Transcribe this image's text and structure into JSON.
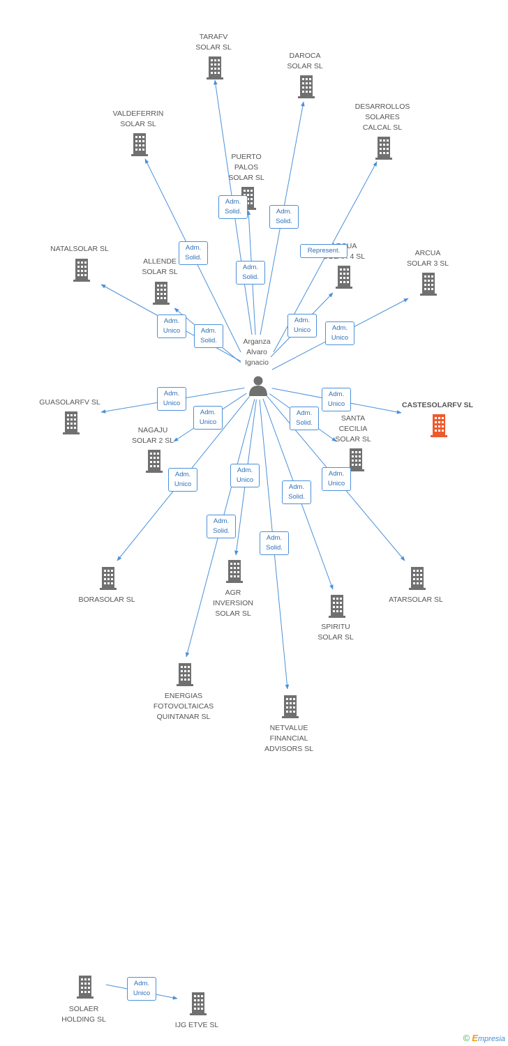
{
  "center": {
    "name": "Arganza\nAlvaro\nIgnacio"
  },
  "colors": {
    "edge": "#4a90d9",
    "building": "#707070",
    "highlight": "#ee5a2c"
  },
  "nodes": [
    {
      "id": "tarafv",
      "label": "TARAFV\nSOLAR SL"
    },
    {
      "id": "daroca",
      "label": "DAROCA\nSOLAR SL"
    },
    {
      "id": "desarrollos",
      "label": "DESARROLLOS\nSOLARES\nCALCAL SL"
    },
    {
      "id": "valdeferrin",
      "label": "VALDEFERRIN\nSOLAR SL"
    },
    {
      "id": "puerto",
      "label": "PUERTO\nPALOS\nSOLAR SL"
    },
    {
      "id": "natalsolar",
      "label": "NATALSOLAR SL"
    },
    {
      "id": "allende",
      "label": "ALLENDE\nSOLAR SL"
    },
    {
      "id": "arcua4",
      "label": "ARCUA\nSOLAR 4 SL"
    },
    {
      "id": "arcua3",
      "label": "ARCUA\nSOLAR 3 SL"
    },
    {
      "id": "castesolarfv",
      "label": "CASTESOLARFV SL"
    },
    {
      "id": "guasolarfv",
      "label": "GUASOLARFV SL"
    },
    {
      "id": "nagaju",
      "label": "NAGAJU\nSOLAR 2 SL"
    },
    {
      "id": "santacecilia",
      "label": "SANTA\nCECILIA\nSOLAR SL"
    },
    {
      "id": "borasolar",
      "label": "BORASOLAR SL"
    },
    {
      "id": "agr",
      "label": "AGR\nINVERSION\nSOLAR SL"
    },
    {
      "id": "atarsolar",
      "label": "ATARSOLAR SL"
    },
    {
      "id": "spiritu",
      "label": "SPIRITU\nSOLAR SL"
    },
    {
      "id": "energias",
      "label": "ENERGIAS\nFOTOVOLTAICAS\nQUINTANAR SL"
    },
    {
      "id": "netvalue",
      "label": "NETVALUE\nFINANCIAL\nADVISORS  SL"
    },
    {
      "id": "solaer",
      "label": "SOLAER\nHOLDING  SL"
    },
    {
      "id": "ijg",
      "label": "IJG ETVE SL"
    }
  ],
  "edges": [
    {
      "to": "tarafv",
      "role": "Adm.\nSolid."
    },
    {
      "to": "daroca",
      "role": "Adm.\nSolid."
    },
    {
      "to": "desarrollos",
      "role": "Represent."
    },
    {
      "to": "valdeferrin",
      "role": "Adm.\nSolid."
    },
    {
      "to": "puerto",
      "role": "Adm.\nSolid."
    },
    {
      "to": "natalsolar",
      "role": "Adm.\nUnico"
    },
    {
      "to": "allende",
      "role": "Adm.\nSolid."
    },
    {
      "to": "arcua4",
      "role": "Adm.\nUnico"
    },
    {
      "to": "arcua3",
      "role": "Adm.\nUnico"
    },
    {
      "to": "castesolarfv",
      "role": "Adm.\nUnico"
    },
    {
      "to": "guasolarfv",
      "role": "Adm.\nUnico"
    },
    {
      "to": "nagaju",
      "role": "Adm.\nUnico"
    },
    {
      "to": "santacecilia",
      "role": "Adm.\nSolid."
    },
    {
      "to": "borasolar",
      "role": "Adm.\nUnico"
    },
    {
      "to": "agr",
      "role": "Adm.\nUnico"
    },
    {
      "to": "atarsolar",
      "role": "Adm.\nUnico"
    },
    {
      "to": "spiritu",
      "role": "Adm.\nSolid."
    },
    {
      "to": "energias",
      "role": "Adm.\nSolid."
    },
    {
      "to": "netvalue",
      "role": "Adm.\nSolid."
    },
    {
      "from": "solaer",
      "to": "ijg",
      "role": "Adm.\nUnico"
    }
  ],
  "footer": {
    "copyright": "©",
    "brand_initial": "E",
    "brand_rest": "mpresia"
  }
}
